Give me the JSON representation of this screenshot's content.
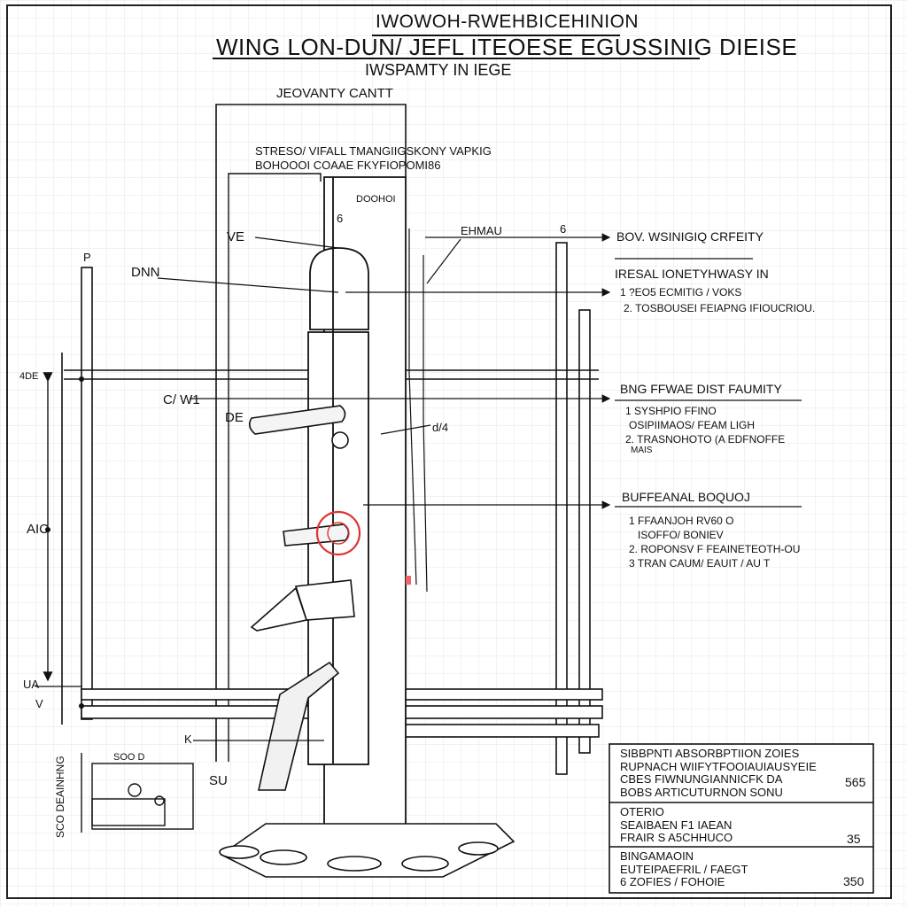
{
  "title": {
    "line1": "IWOWOH-RWEHBICEHINION",
    "line2": "WING LON-DUN/ JEFL ITEOESE EGUSSINIG DIEISE",
    "line3": "IWSPAMTY IN IEGE"
  },
  "labels": {
    "top_bracket": "JEOVANTY CANTT",
    "stress_line1": "STRESO/ VIFALL TMANGIIGSKONY VAPKIG",
    "stress_line2": "BOHOOOI COAAE FKYFIOPOMI86",
    "upper_dim": "DOOHOI",
    "num6": "6",
    "num6b": "6",
    "ve": "VE",
    "p_mark": "P",
    "dim_lnn": "DNN",
    "ehmau": "EHMAU",
    "cl": "C/ W1",
    "de": "DE",
    "dn": "d/4",
    "left_a": "4DE",
    "left_aic": "AIC",
    "left_ua": "UA",
    "left_v": "V",
    "k_mark": "K",
    "su": "SU",
    "base_dim": "SCO DEAINHNG",
    "base_top": "SOO D"
  },
  "callouts": [
    {
      "head": "BOV. WSINIGIQ CRFEITY",
      "lines": []
    },
    {
      "head": "IRESAL IONETYHWASY IN",
      "lines": [
        "1 ?EO5 ECMITIG / VOKS",
        "2. TOSBOUSEI FEIAPNG IFIOUCRIOU."
      ]
    },
    {
      "head": "BNG FFWAE DIST FAUMITY",
      "lines": [
        "1 SYSHPIO FFINO",
        "OSIPIIMAOS/ FEAM LIGH",
        "2. TRASNOHOTO (A EDFNOFFE",
        "MAIS"
      ]
    },
    {
      "head": "BUFFEANAL BOQUOJ",
      "lines": [
        "1 FFAANJOH RV60 O",
        "ISOFFO/ BONIEV",
        "2. ROPONSV F FEAINETEOTH-OU",
        "3 TRAN CAUM/ EAUIT / AU T"
      ]
    }
  ],
  "table": {
    "rows": [
      {
        "text": "SIBBPNTI ABSORBPTIION ZOIES\nRUPNACH WIIFYTFOOIAUIAUSYEIE\nCBES FIWNUNGIANNICFK DA\nBOBS ARTICUTURNON SONU",
        "value": "565"
      },
      {
        "text": "OTERIO\nSEAIBAEN F1 IAEAN\nFRAIR S A5CHHUCO",
        "value": "35"
      },
      {
        "text": "BINGAMAOIN\nEUTEIPAEFRIL / FAEGT\n6 ZOFIES / FOHOIE",
        "value": "350"
      }
    ]
  }
}
